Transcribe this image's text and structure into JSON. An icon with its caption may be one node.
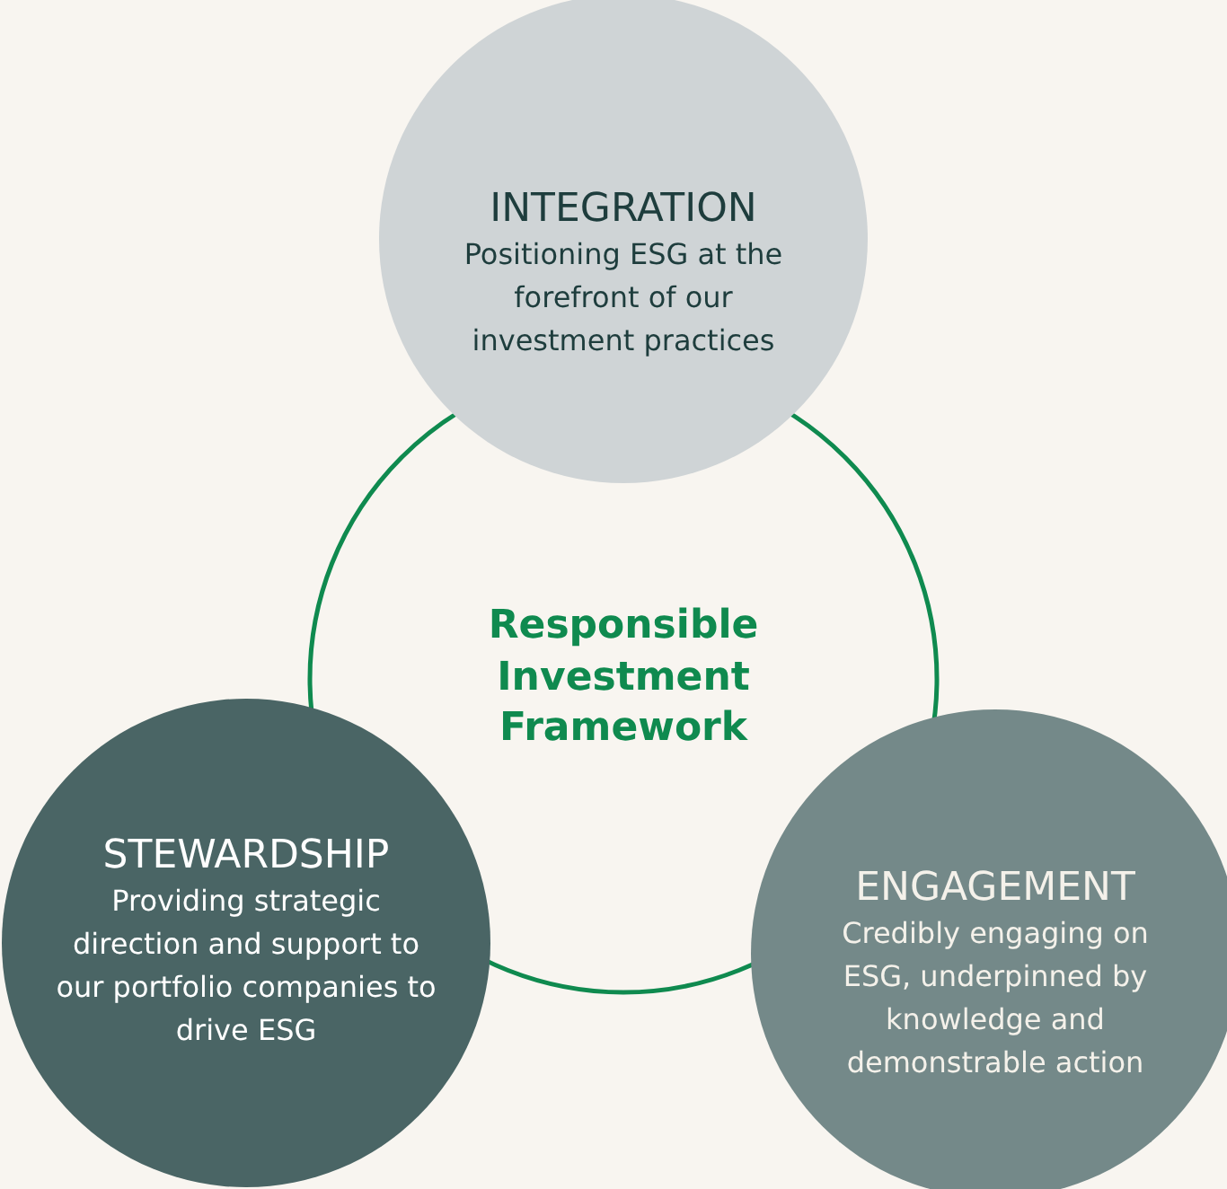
{
  "diagram": {
    "nodes": [
      {
        "text": [
          "Responsible Investment Framework"
        ]
      },
      {
        "text": [
          "INTEGRATION",
          "Positioning ESG at the forefront of our investment practices"
        ]
      },
      {
        "text": [
          "STEWARDSHIP",
          "Providing strategic direction and support to our portfolio companies to drive ESG"
        ]
      },
      {
        "text": [
          "ENGAGEMENT",
          "Credibly engaging on ESG, underpinned by knowledge and demonstrable action"
        ]
      }
    ]
  }
}
